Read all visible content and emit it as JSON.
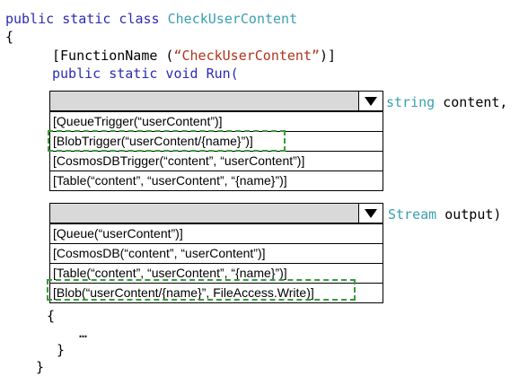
{
  "code": {
    "line1_kw": "public static class",
    "line1_name": "CheckUserContent",
    "line2": "{",
    "attr_prefix": "[FunctionName (",
    "attr_name": "“CheckUserContent”",
    "attr_suffix": ")]",
    "run_sig": "public static void Run(",
    "param1_type": "string",
    "param1_name": " content,",
    "param2_type": "Stream",
    "param2_name": " output)",
    "body_open": "{",
    "body_ellipsis": "…",
    "body_close": "}",
    "class_close": "}"
  },
  "dropdown1": {
    "options": [
      "[QueueTrigger(“userContent”)]",
      "[BlobTrigger(“userContent/{name}”)]",
      "[CosmosDBTrigger(“content”, “userContent”)]",
      "[Table(“content”, “userContent”, “{name}”)]"
    ],
    "selected_index": 1
  },
  "dropdown2": {
    "options": [
      "[Queue(“userContent”)]",
      "[CosmosDB(“content”, “userContent”)]",
      "[Table(“content”, “userContent”, “{name}”)]",
      "[Blob(“userContent/{name}”, FileAccess.Write)]"
    ],
    "selected_index": 3
  },
  "colors": {
    "keyword": "#2b2bb3",
    "type": "#3a9fb0",
    "string": "#b0341c",
    "selection": "#3c9a3c"
  }
}
